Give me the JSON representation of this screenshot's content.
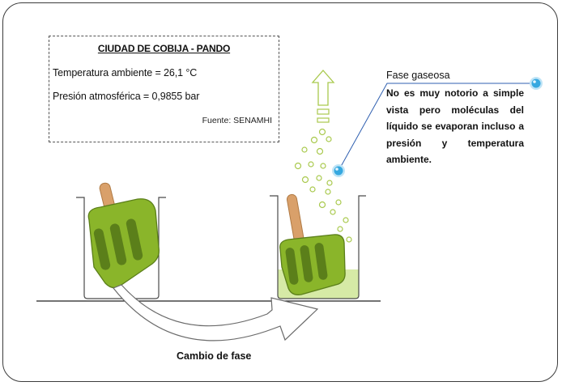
{
  "info": {
    "title": "CIUDAD DE COBIJA - PANDO",
    "temperature": "Temperatura ambiente = 26,1 °C",
    "pressure": "Presión atmosférica = 0,9855 bar",
    "source": "Fuente: SENAMHI"
  },
  "gas_phase": {
    "title": "Fase gaseosa",
    "description": "No es muy notorio a simple vista pero moléculas del líquido se evaporan incluso a presión y temperatura ambiente."
  },
  "caption": "Cambio de fase",
  "colors": {
    "popsicle": "#8ab52a",
    "popsicle_dark": "#5b7f1a",
    "stick": "#d9a06a",
    "liquid": "#d6eaa6",
    "bubble": "#a9c94d",
    "callout_dot": "#35a8e0"
  }
}
